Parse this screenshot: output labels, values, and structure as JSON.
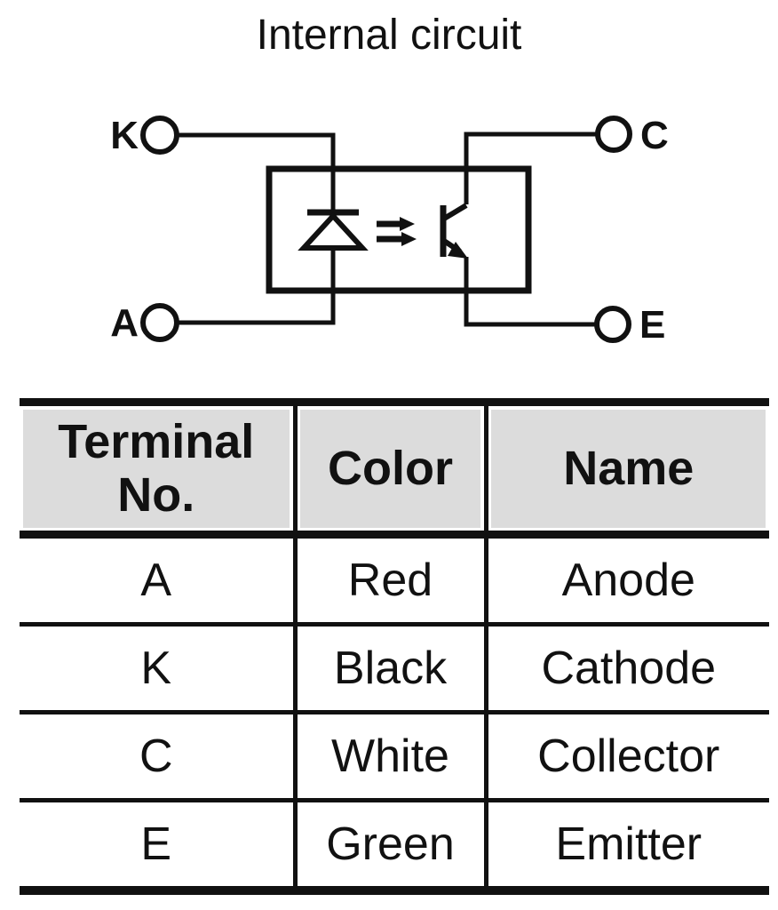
{
  "title": "Internal circuit",
  "diagram": {
    "terminals": {
      "top_left": "K",
      "top_right": "C",
      "bottom_left": "A",
      "bottom_right": "E"
    },
    "components": [
      "led-diode",
      "light-arrows",
      "phototransistor",
      "package-box"
    ]
  },
  "table": {
    "headers": [
      "Terminal No.",
      "Color",
      "Name"
    ],
    "rows": [
      {
        "terminal": "A",
        "color": "Red",
        "name": "Anode"
      },
      {
        "terminal": "K",
        "color": "Black",
        "name": "Cathode"
      },
      {
        "terminal": "C",
        "color": "White",
        "name": "Collector"
      },
      {
        "terminal": "E",
        "color": "Green",
        "name": "Emitter"
      }
    ]
  },
  "colors": {
    "ink": "#111111",
    "header_bg": "#dcdcdc",
    "background": "#ffffff"
  }
}
